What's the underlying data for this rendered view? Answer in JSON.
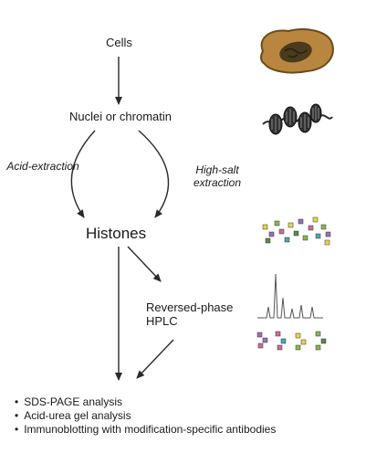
{
  "nodes": {
    "cells": "Cells",
    "nuclei": "Nuclei or chromatin",
    "histones": "Histones",
    "hplc": "Reversed-phase HPLC"
  },
  "methods": {
    "acid": "Acid-extraction",
    "salt": "High-salt extraction"
  },
  "analyses": [
    "SDS-PAGE analysis",
    "Acid-urea gel analysis",
    "Immunoblotting with modification-specific antibodies"
  ],
  "colors": {
    "cell_fill": "#b8863e",
    "nucleus_fill": "#4a3a1e",
    "chromatin": "#2a2a2a",
    "histone_palette": [
      "#e8d44d",
      "#8ab84a",
      "#9a6fb8",
      "#d06a9a",
      "#4aa8b8",
      "#5a8a4a"
    ]
  },
  "icons": {
    "cell": "cell-icon",
    "chromatin": "chromatin-icon",
    "histones": "histone-mix-icon",
    "chromatogram": "hplc-trace-icon",
    "fractions": "histone-fractions-icon"
  }
}
